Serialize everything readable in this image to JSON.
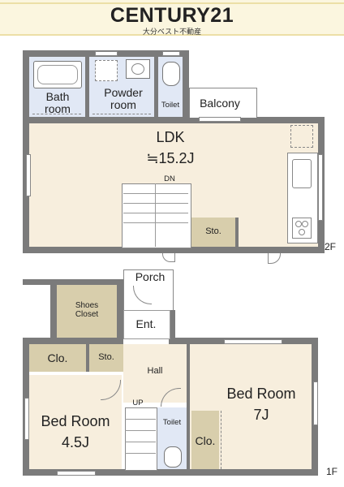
{
  "header": {
    "logo": "CENTURY21",
    "company": "大分ベスト不動産"
  },
  "floor2": {
    "label": "2F",
    "rooms": {
      "bath": "Bath\nroom",
      "powder": "Powder\nroom",
      "toilet": "Toilet",
      "balcony": "Balcony",
      "ldk_name": "LDK",
      "ldk_size": "≒15.2J",
      "dn": "DN",
      "storage": "Sto."
    }
  },
  "floor1": {
    "label": "1F",
    "rooms": {
      "porch": "Porch",
      "shoes_closet": "Shoes\nCloset",
      "entrance": "Ent.",
      "closet_left": "Clo.",
      "storage": "Sto.",
      "hall": "Hall",
      "up": "UP",
      "bed_left_name": "Bed Room",
      "bed_left_size": "4.5J",
      "toilet": "Toilet",
      "closet_right": "Clo.",
      "bed_right_name": "Bed Room",
      "bed_right_size": "7J"
    }
  },
  "colors": {
    "wall": "#7b7b7b",
    "room_floor": "#f7eedd",
    "wet_area": "#e1e8f5",
    "storage": "#d8ceac"
  }
}
